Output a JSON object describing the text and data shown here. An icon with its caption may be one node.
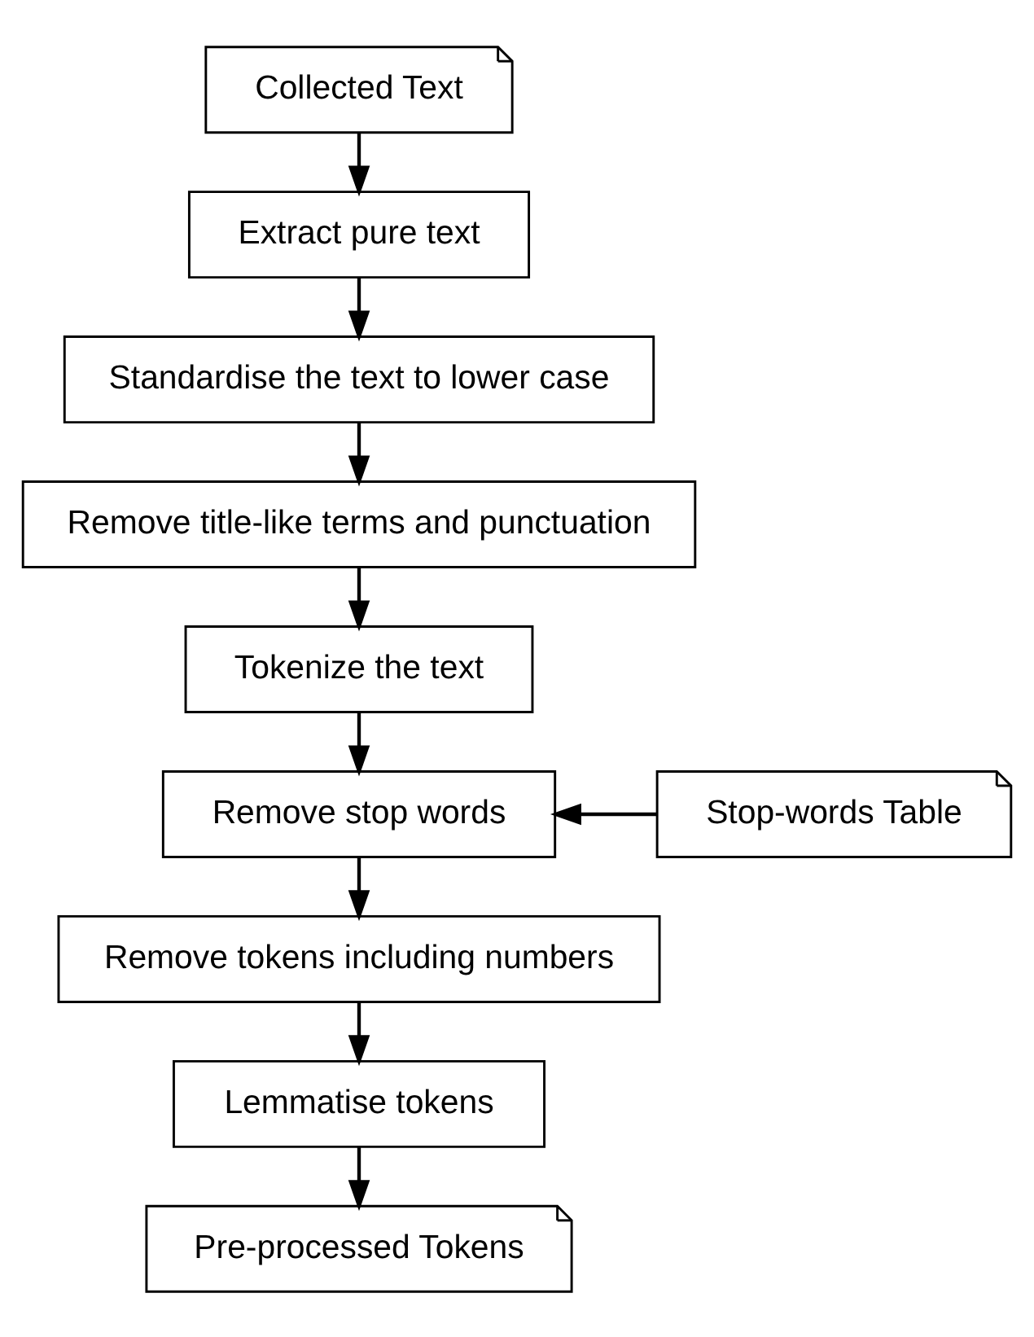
{
  "diagram": {
    "nodes": [
      {
        "text": [
          "Collected Text"
        ]
      },
      {
        "text": [
          "Extract pure text"
        ]
      },
      {
        "text": [
          "Standardise the text to lower case"
        ]
      },
      {
        "text": [
          "Remove title-like terms and punctuation"
        ]
      },
      {
        "text": [
          "Tokenize the text"
        ]
      },
      {
        "text": [
          "Remove stop words"
        ]
      },
      {
        "text": [
          "Stop-words Table"
        ]
      },
      {
        "text": [
          "Remove tokens including numbers"
        ]
      },
      {
        "text": [
          "Lemmatise tokens"
        ]
      },
      {
        "text": [
          "Pre-processed Tokens"
        ]
      }
    ],
    "edges": [
      {
        "from": 0,
        "to": 1,
        "arrow": "to"
      },
      {
        "from": 1,
        "to": 2,
        "arrow": "to"
      },
      {
        "from": 2,
        "to": 3,
        "arrow": "to"
      },
      {
        "from": 3,
        "to": 4,
        "arrow": "to"
      },
      {
        "from": 4,
        "to": 5,
        "arrow": "to"
      },
      {
        "from": 6,
        "to": 5,
        "arrow": "to"
      },
      {
        "from": 5,
        "to": 7,
        "arrow": "to"
      },
      {
        "from": 7,
        "to": 8,
        "arrow": "to"
      },
      {
        "from": 8,
        "to": 9,
        "arrow": "to"
      }
    ]
  }
}
